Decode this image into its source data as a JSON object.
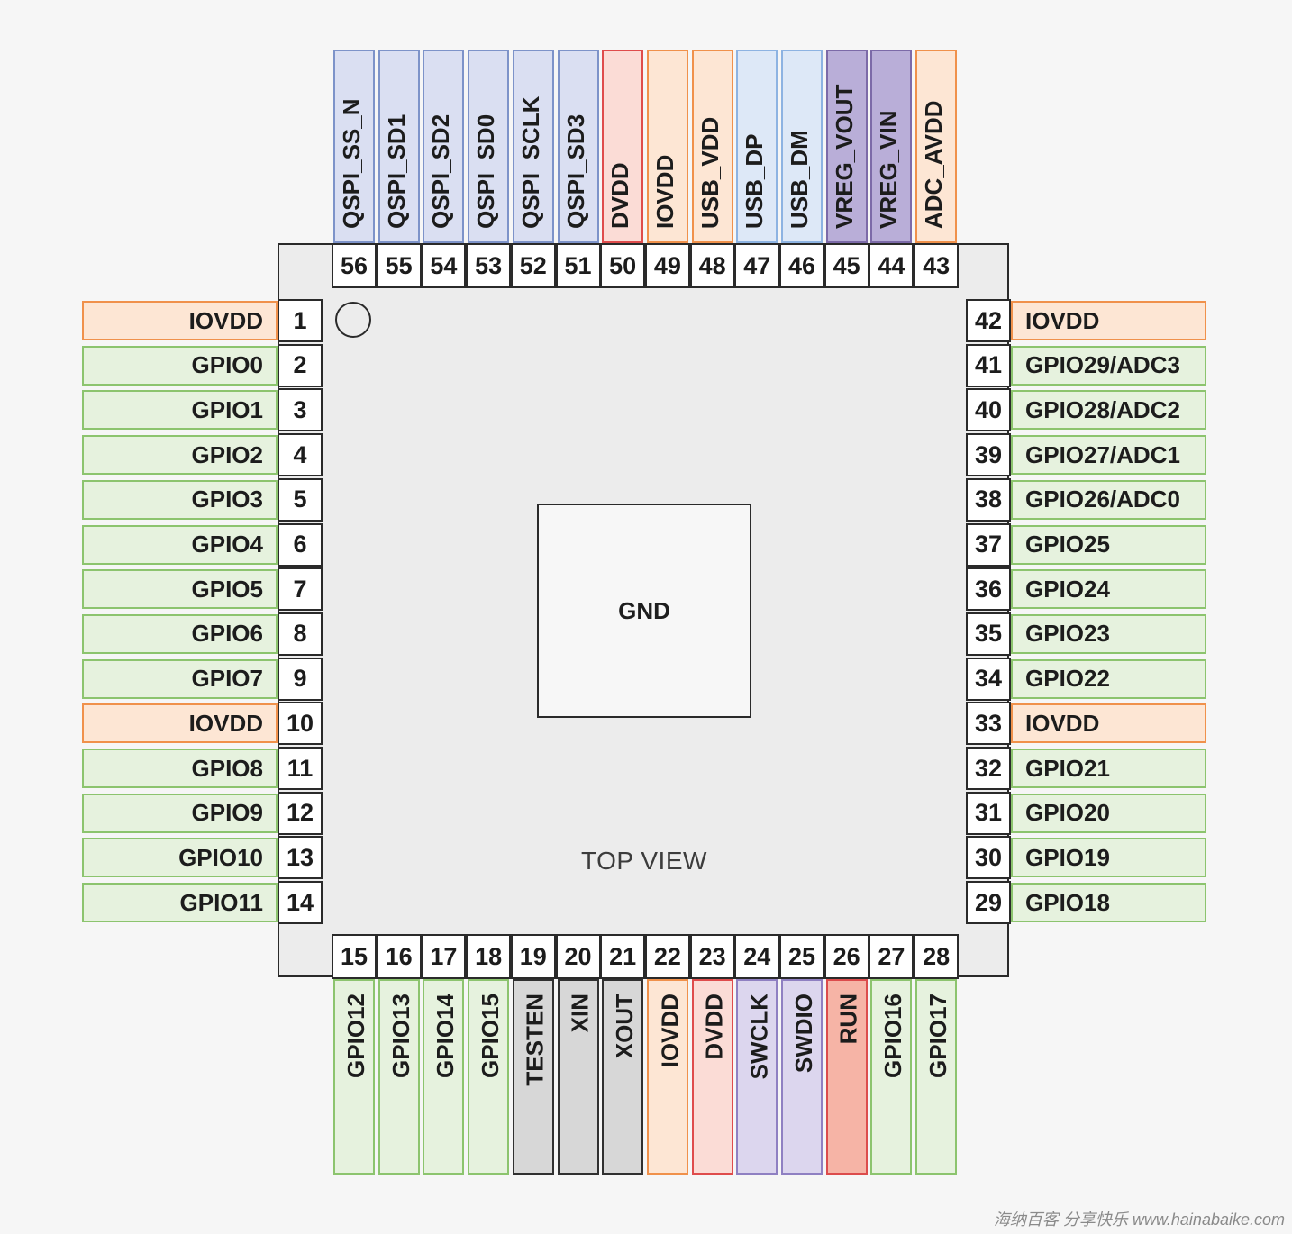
{
  "title": "",
  "center_label": "GND",
  "view_label": "TOP VIEW",
  "watermark": "海纳百客 分享快乐 www.hainabaike.com",
  "colors": {
    "power_fill": "#fde6d4",
    "power_border": "#f0914b",
    "gpio_fill": "#e6f2de",
    "gpio_border": "#8cc46e",
    "qspi_fill": "#dadff2",
    "qspi_border": "#7d93c9",
    "dvdd_fill": "#fbdcd6",
    "dvdd_border": "#df4c4c",
    "usb_fill": "#dde8f7",
    "usb_border": "#8db3e2",
    "vreg_fill": "#b9aed8",
    "vreg_border": "#7c6aa8",
    "debug_fill": "#dcd6ee",
    "debug_border": "#8f80c2",
    "sys_fill": "#d7d7d7",
    "sys_border": "#303030",
    "run_fill": "#f6b4a6",
    "run_border": "#dc4c4c"
  },
  "pins": {
    "left": [
      {
        "num": "1",
        "name": "IOVDD",
        "kind": "power"
      },
      {
        "num": "2",
        "name": "GPIO0",
        "kind": "gpio"
      },
      {
        "num": "3",
        "name": "GPIO1",
        "kind": "gpio"
      },
      {
        "num": "4",
        "name": "GPIO2",
        "kind": "gpio"
      },
      {
        "num": "5",
        "name": "GPIO3",
        "kind": "gpio"
      },
      {
        "num": "6",
        "name": "GPIO4",
        "kind": "gpio"
      },
      {
        "num": "7",
        "name": "GPIO5",
        "kind": "gpio"
      },
      {
        "num": "8",
        "name": "GPIO6",
        "kind": "gpio"
      },
      {
        "num": "9",
        "name": "GPIO7",
        "kind": "gpio"
      },
      {
        "num": "10",
        "name": "IOVDD",
        "kind": "power"
      },
      {
        "num": "11",
        "name": "GPIO8",
        "kind": "gpio"
      },
      {
        "num": "12",
        "name": "GPIO9",
        "kind": "gpio"
      },
      {
        "num": "13",
        "name": "GPIO10",
        "kind": "gpio"
      },
      {
        "num": "14",
        "name": "GPIO11",
        "kind": "gpio"
      }
    ],
    "bottom": [
      {
        "num": "15",
        "name": "GPIO12",
        "kind": "gpio"
      },
      {
        "num": "16",
        "name": "GPIO13",
        "kind": "gpio"
      },
      {
        "num": "17",
        "name": "GPIO14",
        "kind": "gpio"
      },
      {
        "num": "18",
        "name": "GPIO15",
        "kind": "gpio"
      },
      {
        "num": "19",
        "name": "TESTEN",
        "kind": "sys"
      },
      {
        "num": "20",
        "name": "XIN",
        "kind": "sys"
      },
      {
        "num": "21",
        "name": "XOUT",
        "kind": "sys"
      },
      {
        "num": "22",
        "name": "IOVDD",
        "kind": "power"
      },
      {
        "num": "23",
        "name": "DVDD",
        "kind": "dvdd"
      },
      {
        "num": "24",
        "name": "SWCLK",
        "kind": "debug"
      },
      {
        "num": "25",
        "name": "SWDIO",
        "kind": "debug"
      },
      {
        "num": "26",
        "name": "RUN",
        "kind": "run"
      },
      {
        "num": "27",
        "name": "GPIO16",
        "kind": "gpio"
      },
      {
        "num": "28",
        "name": "GPIO17",
        "kind": "gpio"
      }
    ],
    "right": [
      {
        "num": "42",
        "name": "IOVDD",
        "kind": "power"
      },
      {
        "num": "41",
        "name": "GPIO29/ADC3",
        "kind": "gpio"
      },
      {
        "num": "40",
        "name": "GPIO28/ADC2",
        "kind": "gpio"
      },
      {
        "num": "39",
        "name": "GPIO27/ADC1",
        "kind": "gpio"
      },
      {
        "num": "38",
        "name": "GPIO26/ADC0",
        "kind": "gpio"
      },
      {
        "num": "37",
        "name": "GPIO25",
        "kind": "gpio"
      },
      {
        "num": "36",
        "name": "GPIO24",
        "kind": "gpio"
      },
      {
        "num": "35",
        "name": "GPIO23",
        "kind": "gpio"
      },
      {
        "num": "34",
        "name": "GPIO22",
        "kind": "gpio"
      },
      {
        "num": "33",
        "name": "IOVDD",
        "kind": "power"
      },
      {
        "num": "32",
        "name": "GPIO21",
        "kind": "gpio"
      },
      {
        "num": "31",
        "name": "GPIO20",
        "kind": "gpio"
      },
      {
        "num": "30",
        "name": "GPIO19",
        "kind": "gpio"
      },
      {
        "num": "29",
        "name": "GPIO18",
        "kind": "gpio"
      }
    ],
    "top": [
      {
        "num": "56",
        "name": "QSPI_SS_N",
        "kind": "qspi"
      },
      {
        "num": "55",
        "name": "QSPI_SD1",
        "kind": "qspi"
      },
      {
        "num": "54",
        "name": "QSPI_SD2",
        "kind": "qspi"
      },
      {
        "num": "53",
        "name": "QSPI_SD0",
        "kind": "qspi"
      },
      {
        "num": "52",
        "name": "QSPI_SCLK",
        "kind": "qspi"
      },
      {
        "num": "51",
        "name": "QSPI_SD3",
        "kind": "qspi"
      },
      {
        "num": "50",
        "name": "DVDD",
        "kind": "dvdd"
      },
      {
        "num": "49",
        "name": "IOVDD",
        "kind": "power"
      },
      {
        "num": "48",
        "name": "USB_VDD",
        "kind": "power"
      },
      {
        "num": "47",
        "name": "USB_DP",
        "kind": "usb"
      },
      {
        "num": "46",
        "name": "USB_DM",
        "kind": "usb"
      },
      {
        "num": "45",
        "name": "VREG_VOUT",
        "kind": "vreg"
      },
      {
        "num": "44",
        "name": "VREG_VIN",
        "kind": "vreg"
      },
      {
        "num": "43",
        "name": "ADC_AVDD",
        "kind": "power"
      }
    ]
  }
}
